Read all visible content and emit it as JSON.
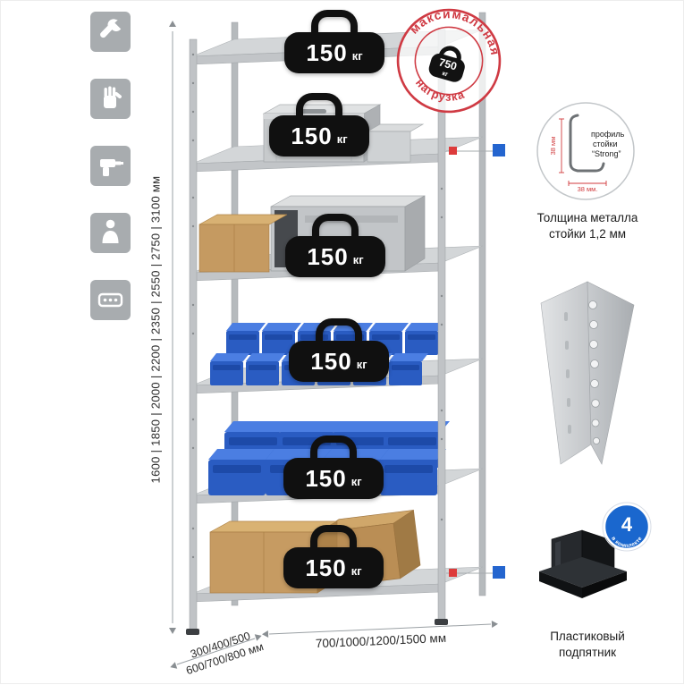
{
  "colors": {
    "accent_red": "#d03a3c",
    "accent_blue": "#2465cf",
    "tile_gray": "#a8acaf",
    "metal_gray": "#c0c3c6"
  },
  "sidebar": {
    "icons": [
      {
        "label": "wrench"
      },
      {
        "label": "gloves"
      },
      {
        "label": "drill"
      },
      {
        "label": "person"
      },
      {
        "label": "perforated-post"
      }
    ]
  },
  "rack": {
    "badges": [
      {
        "value": "150",
        "unit": "кг"
      },
      {
        "value": "150",
        "unit": "кг"
      },
      {
        "value": "150",
        "unit": "кг"
      },
      {
        "value": "150",
        "unit": "кг"
      },
      {
        "value": "150",
        "unit": "кг"
      },
      {
        "value": "150",
        "unit": "кг"
      }
    ]
  },
  "stamp": {
    "arc_top": "максимальная",
    "arc_bottom": "нагрузка",
    "weight_value": "750",
    "weight_unit": "кг"
  },
  "dimensions": {
    "height_options": "1600 | 1850 | 2000 | 2200 | 2350 | 2550 | 2750 | 3100 мм",
    "depth_line1": "300/400/500",
    "depth_line2": "600/700/800 мм",
    "width_options": "700/1000/1200/1500 мм"
  },
  "profile_callout": {
    "line1": "профиль",
    "line2": "стойки",
    "line3": "“Strong”",
    "dim_side": "38 мм",
    "dim_bottom": "38 мм.",
    "caption1": "Толщина металла",
    "caption2": "стойки 1,2 мм"
  },
  "foot_callout": {
    "badge_value": "4",
    "badge_arc": "в комплекте",
    "caption1": "Пластиковый",
    "caption2": "подпятник"
  }
}
